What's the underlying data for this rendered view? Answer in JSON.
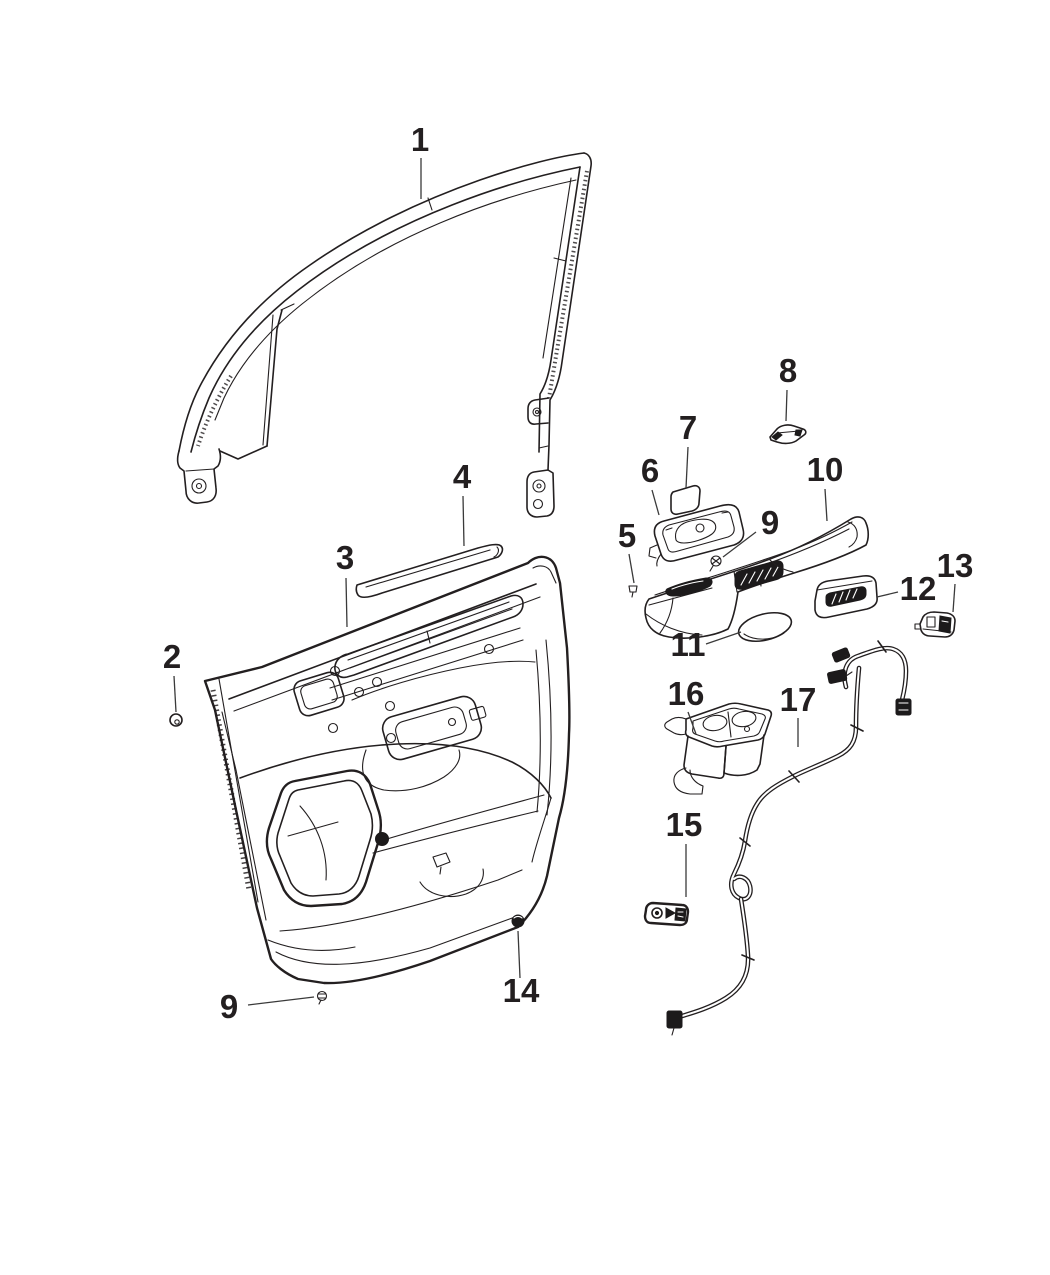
{
  "figure": {
    "type": "exploded-parts-diagram",
    "background_color": "#ffffff",
    "line_color": "#231f20",
    "callouts": [
      {
        "id": "callout-1",
        "label": "1"
      },
      {
        "id": "callout-2",
        "label": "2"
      },
      {
        "id": "callout-3",
        "label": "3"
      },
      {
        "id": "callout-4",
        "label": "4"
      },
      {
        "id": "callout-5",
        "label": "5"
      },
      {
        "id": "callout-6",
        "label": "6"
      },
      {
        "id": "callout-7",
        "label": "7"
      },
      {
        "id": "callout-8",
        "label": "8"
      },
      {
        "id": "callout-9-upper",
        "label": "9"
      },
      {
        "id": "callout-9-lower",
        "label": "9"
      },
      {
        "id": "callout-10",
        "label": "10"
      },
      {
        "id": "callout-11",
        "label": "11"
      },
      {
        "id": "callout-12",
        "label": "12"
      },
      {
        "id": "callout-13",
        "label": "13"
      },
      {
        "id": "callout-14",
        "label": "14"
      },
      {
        "id": "callout-15",
        "label": "15"
      },
      {
        "id": "callout-16",
        "label": "16"
      },
      {
        "id": "callout-17",
        "label": "17"
      }
    ]
  }
}
